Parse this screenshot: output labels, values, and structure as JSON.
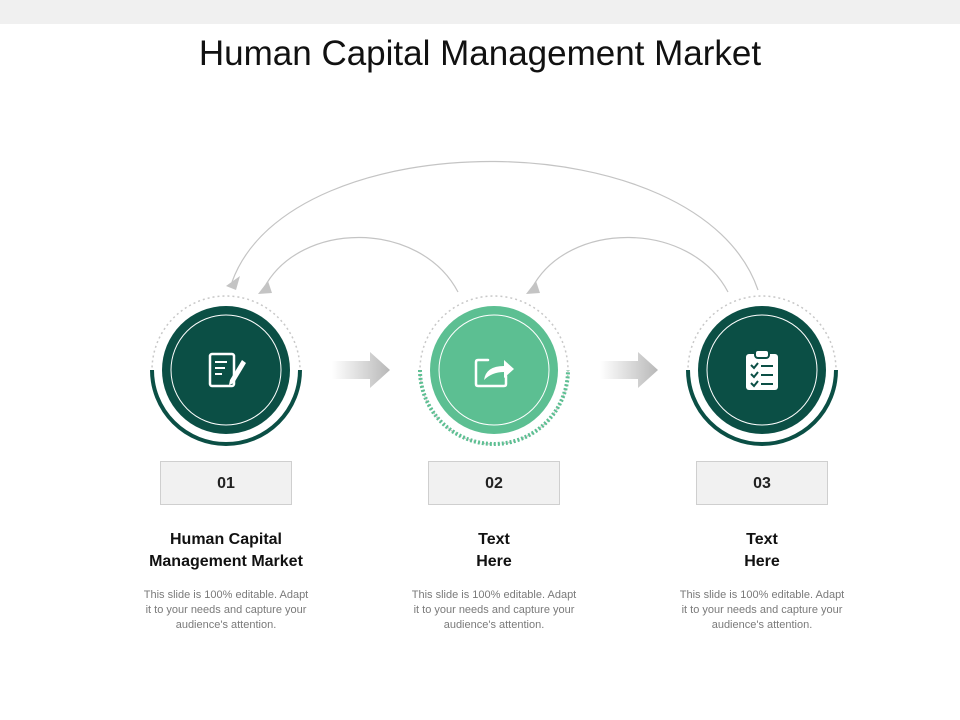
{
  "title": "Human Capital Management Market",
  "colors": {
    "dark_green": "#0b4f45",
    "light_green": "#5cbf92",
    "arrow_gray": "#c8c8c8",
    "line_gray": "#bdbdbd"
  },
  "steps": [
    {
      "number": "01",
      "title_line1": "Human Capital",
      "title_line2": "Management Market",
      "desc_line1": "This slide is 100% editable. Adapt",
      "desc_line2": "it to your needs and capture your",
      "desc_line3": "audience's attention.",
      "icon": "document-edit-icon"
    },
    {
      "number": "02",
      "title_line1": "Text",
      "title_line2": "Here",
      "desc_line1": "This slide is 100% editable. Adapt",
      "desc_line2": "it to your needs and capture your",
      "desc_line3": "audience's attention.",
      "icon": "share-forward-icon"
    },
    {
      "number": "03",
      "title_line1": "Text",
      "title_line2": "Here",
      "desc_line1": "This slide is 100% editable. Adapt",
      "desc_line2": "it to your needs and capture your",
      "desc_line3": "audience's attention.",
      "icon": "clipboard-checklist-icon"
    }
  ]
}
